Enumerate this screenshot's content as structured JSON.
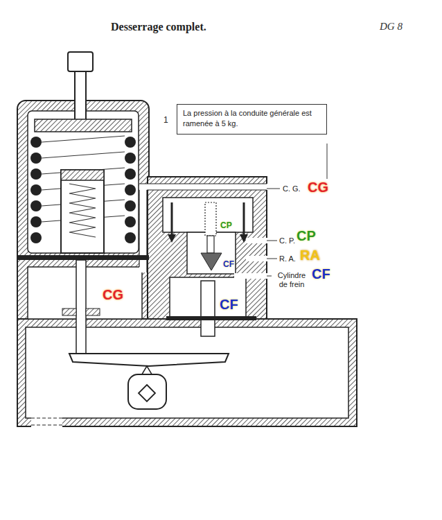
{
  "diagram": {
    "title": "Desserrage complet.",
    "nodes": [
      {
        "text": [
          "La pression à la conduite générale est ramenée à 5 kg."
        ]
      }
    ],
    "labels": [
      "DG 8",
      "1",
      "C. G.",
      "CG",
      "C. P.",
      "CP",
      "R. A.",
      "RA",
      "Cylindre de frein",
      "CF",
      "CP",
      "CF",
      "CG",
      "CF"
    ]
  }
}
